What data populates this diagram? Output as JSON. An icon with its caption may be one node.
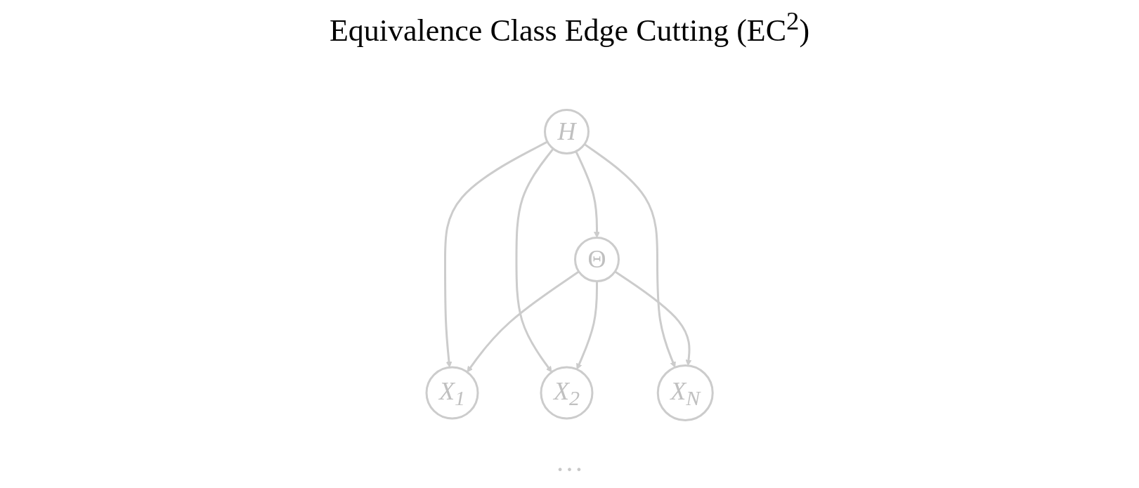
{
  "diagram": {
    "title": "Equivalence Class Edge Cutting (EC$^{2}$)",
    "nodes": [
      {
        "text": [
          "H"
        ]
      },
      {
        "text": [
          "Θ"
        ]
      },
      {
        "text": [
          "X$_{1}$"
        ]
      },
      {
        "text": [
          "X$_{2}$"
        ]
      },
      {
        "text": [
          "X$_{N}$"
        ]
      }
    ],
    "edges": [
      {
        "from": 0,
        "to": 1,
        "arrow": "to"
      },
      {
        "from": 0,
        "to": 2,
        "arrow": "to"
      },
      {
        "from": 0,
        "to": 3,
        "arrow": "to"
      },
      {
        "from": 0,
        "to": 4,
        "arrow": "to"
      },
      {
        "from": 1,
        "to": 2,
        "arrow": "to"
      },
      {
        "from": 1,
        "to": 3,
        "arrow": "to"
      },
      {
        "from": 1,
        "to": 4,
        "arrow": "to"
      }
    ],
    "labels": [
      "…"
    ]
  }
}
